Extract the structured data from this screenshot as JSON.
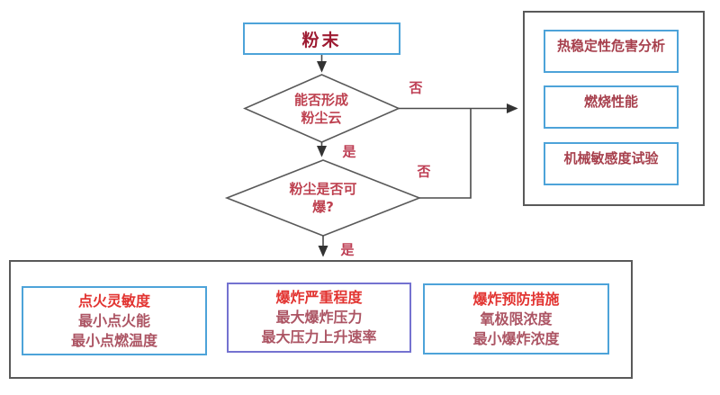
{
  "start_box": {
    "label": "粉末"
  },
  "decision1": {
    "line1": "能否形成",
    "line2": "粉尘云"
  },
  "decision2": {
    "line1": "粉尘是否可",
    "line2": "爆?"
  },
  "edge_labels": {
    "no_top": "否",
    "yes_mid": "是",
    "no_mid": "否",
    "yes_bottom": "是"
  },
  "right_panel": {
    "boxes": [
      {
        "label": "热稳定性危害分析"
      },
      {
        "label": "燃烧性能"
      },
      {
        "label": "机械敏感度试验"
      }
    ]
  },
  "bottom_panel": {
    "boxes": [
      {
        "lines": [
          "点火灵敏度",
          "最小点火能",
          "最小点燃温度"
        ]
      },
      {
        "lines": [
          "爆炸严重程度",
          "最大爆炸压力",
          "最大压力上升速率"
        ]
      },
      {
        "lines": [
          "爆炸预防措施",
          "氧极限浓度",
          "最小爆炸浓度"
        ]
      }
    ]
  },
  "colors": {
    "box_border_blue": "#4DA3D9",
    "box_border_purple": "#7472D0",
    "panel_border_gray": "#595959",
    "connector_gray": "#4A4A4A",
    "start_text": "#9E1B32",
    "decision_text": "#BE4150",
    "right_box_text": "#A7404D",
    "bottom_first_line_text": "#E23431",
    "bottom_other_lines_text": "#AC5564"
  }
}
